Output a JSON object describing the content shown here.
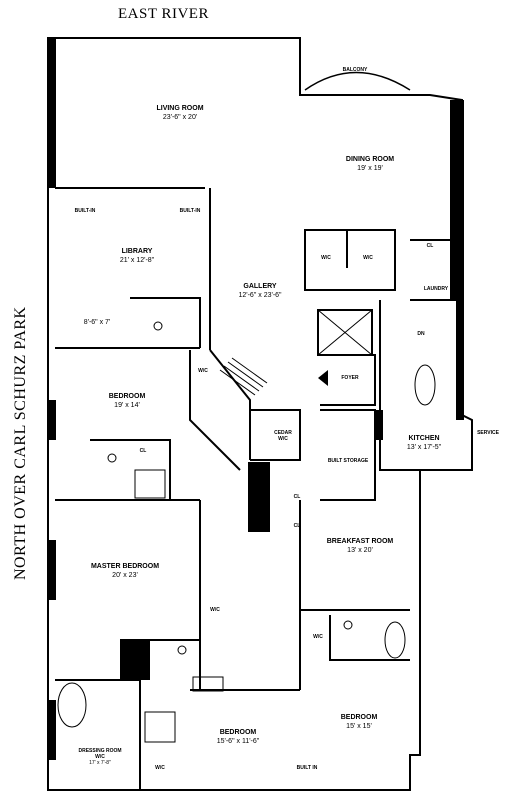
{
  "compass": {
    "top_label": "EAST RIVER",
    "side_label": "NORTH OVER CARL SCHURZ PARK"
  },
  "rooms": {
    "living_room": {
      "name": "LIVING ROOM",
      "dims": "23'-6\" x 20'"
    },
    "dining_room": {
      "name": "DINING ROOM",
      "dims": "19' x 19'"
    },
    "balcony": {
      "name": "BALCONY"
    },
    "library": {
      "name": "LIBRARY",
      "dims": "21' x 12'-8\""
    },
    "study": {
      "dims": "8'-6\" x 7'"
    },
    "gallery": {
      "name": "GALLERY",
      "dims": "12'-6\" x 23'-6\""
    },
    "bedroom_1": {
      "name": "BEDROOM",
      "dims": "19' x 14'"
    },
    "master_bedroom": {
      "name": "MASTER BEDROOM",
      "dims": "20' x 23'"
    },
    "dressing_room": {
      "name": "DRESSING ROOM",
      "sub": "W/C",
      "dims": "17' x 7'-8\""
    },
    "bedroom_2": {
      "name": "BEDROOM",
      "dims": "15'-6\" x 11'-6\""
    },
    "bedroom_3": {
      "name": "BEDROOM",
      "dims": "15' x 15'"
    },
    "kitchen": {
      "name": "KITCHEN",
      "dims": "13' x 17'-5\""
    },
    "breakfast_room": {
      "name": "BREAKFAST ROOM",
      "dims": "13' x 20'"
    },
    "foyer": {
      "name": "FOYER"
    },
    "laundry": {
      "name": "LAUNDRY"
    },
    "cedar": {
      "name": "CEDAR",
      "sub": "W/C"
    }
  },
  "small_labels": {
    "wic": "W/C",
    "cl": "CL",
    "dn": "DN",
    "service": "SERVICE",
    "bookcase": "BUILT-IN",
    "closet_storage": "BUILT STORAGE",
    "built_in": "BUILT IN"
  }
}
